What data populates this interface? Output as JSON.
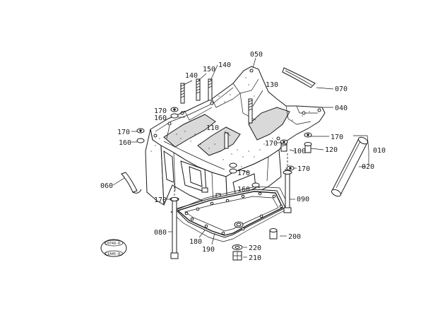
{
  "parts": {
    "p010": "010",
    "p020": "020",
    "p040": "040",
    "p050": "050",
    "p060": "060",
    "p070": "070",
    "p080": "080",
    "p090": "090",
    "p100": "100",
    "p110": "110",
    "p120": "120",
    "p130": "130",
    "p140a": "140",
    "p140b": "140",
    "p150": "150",
    "p160a": "160",
    "p160b": "160",
    "p160c": "160",
    "p170a": "170",
    "p170b": "170",
    "p170c": "170",
    "p170d": "170",
    "p170e": "170",
    "p170f": "170",
    "p170g": "170",
    "p180": "180",
    "p190": "190",
    "p200": "200",
    "p210": "210",
    "p220": "220"
  },
  "stamps": {
    "top": "C0749-0",
    "bottom": "C1445-0"
  }
}
